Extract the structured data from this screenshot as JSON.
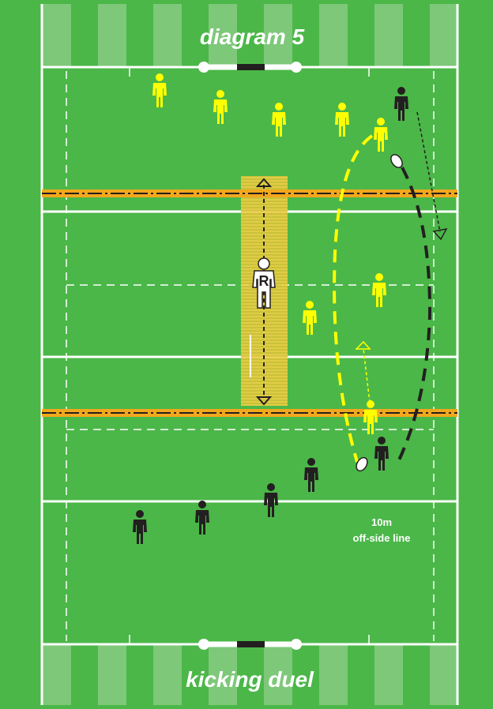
{
  "diagram": {
    "title_top": "diagram 5",
    "title_bottom": "kicking duel",
    "annotation_line1": "10m",
    "annotation_line2": "off-side line",
    "referee_letter": "R"
  },
  "colors": {
    "field": "#4bb748",
    "stripe_light": "#7ec87a",
    "line": "#ffffff",
    "attack_team": "#ffff00",
    "defence_team": "#231f20",
    "offside_line": "#f2a81d",
    "referee_zone": "#e8d43a"
  }
}
